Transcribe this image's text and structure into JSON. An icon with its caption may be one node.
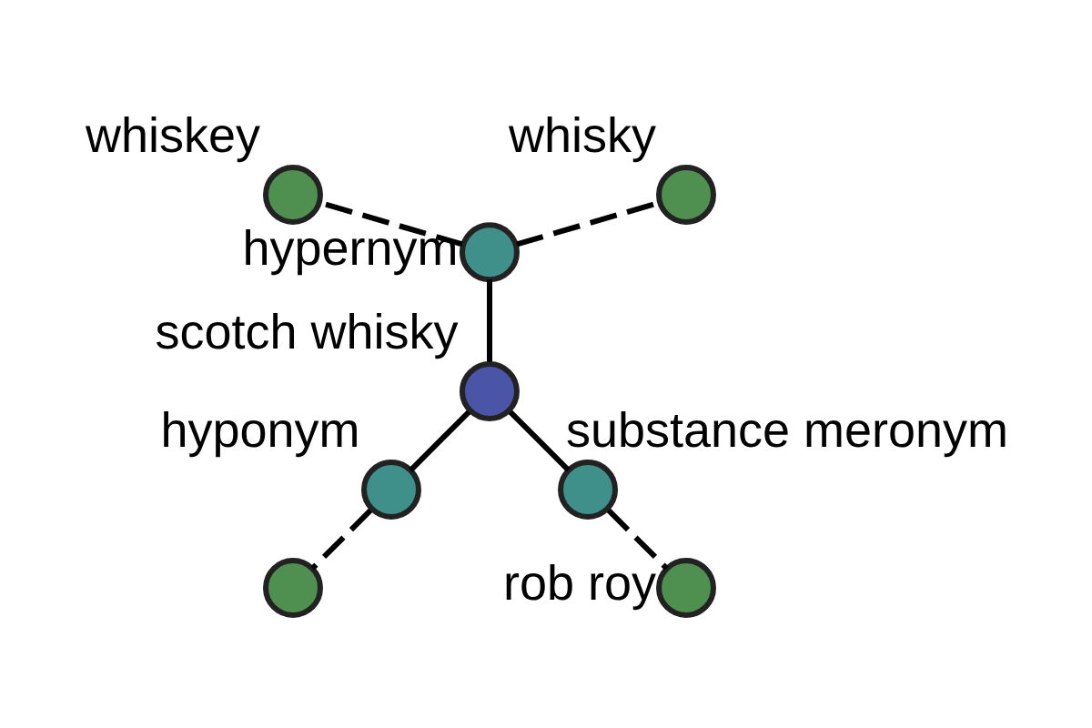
{
  "diagram": {
    "nodes": [
      {
        "text": [],
        "shape": "circle",
        "beside": [
          "whisky"
        ]
      },
      {
        "text": [],
        "shape": "circle"
      },
      {
        "text": [],
        "shape": "circle",
        "beside": [
          "whiskey"
        ]
      },
      {
        "text": [],
        "shape": "circle",
        "beside": [
          "hypernym"
        ]
      },
      {
        "text": [],
        "shape": "circle",
        "beside": [
          "hyponym"
        ]
      },
      {
        "text": [],
        "shape": "circle",
        "beside": [
          "scotch whisky"
        ]
      },
      {
        "text": [],
        "shape": "circle",
        "beside": [
          "substance meronym"
        ]
      },
      {
        "text": [],
        "shape": "circle",
        "beside": [
          "rob roy"
        ]
      }
    ],
    "edges": [
      {
        "from": 5,
        "to": 3,
        "arrow": "none"
      },
      {
        "from": 5,
        "to": 4,
        "arrow": "none"
      },
      {
        "from": 5,
        "to": 6,
        "arrow": "none"
      },
      {
        "from": 3,
        "to": 0,
        "arrow": "none",
        "style": "dashed"
      },
      {
        "from": 3,
        "to": 2,
        "arrow": "none",
        "style": "dashed"
      },
      {
        "from": 4,
        "to": 1,
        "arrow": "none",
        "style": "dashed"
      },
      {
        "from": 6,
        "to": 7,
        "arrow": "none",
        "style": "dashed"
      }
    ]
  }
}
